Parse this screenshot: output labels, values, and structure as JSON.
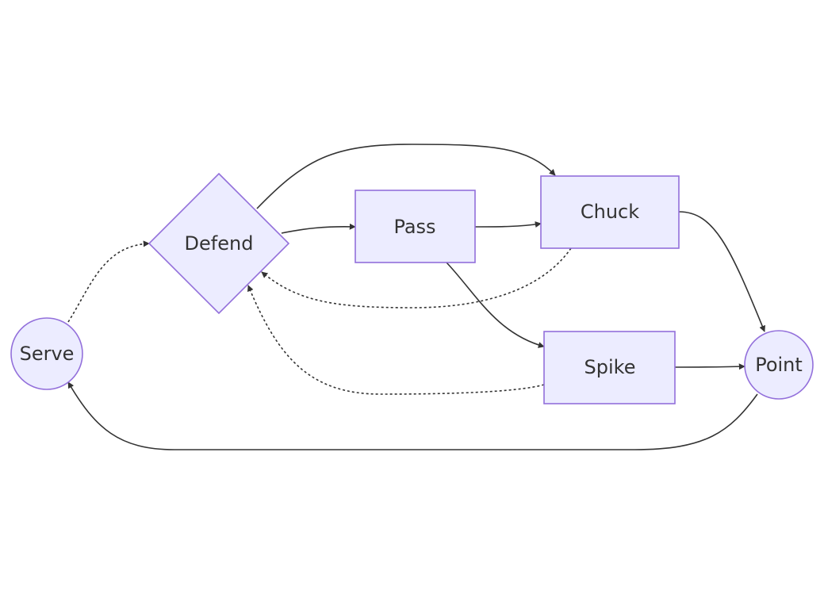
{
  "diagram": {
    "type": "flowchart",
    "colors": {
      "node_fill": "#ececff",
      "node_stroke": "#9370db",
      "edge": "#333333",
      "text": "#333333"
    },
    "nodes": {
      "serve": {
        "label": "Serve",
        "shape": "circle"
      },
      "defend": {
        "label": "Defend",
        "shape": "diamond"
      },
      "pass": {
        "label": "Pass",
        "shape": "rectangle"
      },
      "chuck": {
        "label": "Chuck",
        "shape": "rectangle"
      },
      "spike": {
        "label": "Spike",
        "shape": "rectangle"
      },
      "point": {
        "label": "Point",
        "shape": "circle"
      }
    },
    "edges": [
      {
        "from": "Serve",
        "to": "Defend",
        "style": "dotted"
      },
      {
        "from": "Defend",
        "to": "Pass",
        "style": "solid"
      },
      {
        "from": "Defend",
        "to": "Chuck",
        "style": "solid"
      },
      {
        "from": "Pass",
        "to": "Chuck",
        "style": "solid"
      },
      {
        "from": "Pass",
        "to": "Spike",
        "style": "solid"
      },
      {
        "from": "Chuck",
        "to": "Defend",
        "style": "dotted"
      },
      {
        "from": "Spike",
        "to": "Defend",
        "style": "dotted"
      },
      {
        "from": "Chuck",
        "to": "Point",
        "style": "solid"
      },
      {
        "from": "Spike",
        "to": "Point",
        "style": "solid"
      },
      {
        "from": "Point",
        "to": "Serve",
        "style": "solid"
      }
    ]
  }
}
